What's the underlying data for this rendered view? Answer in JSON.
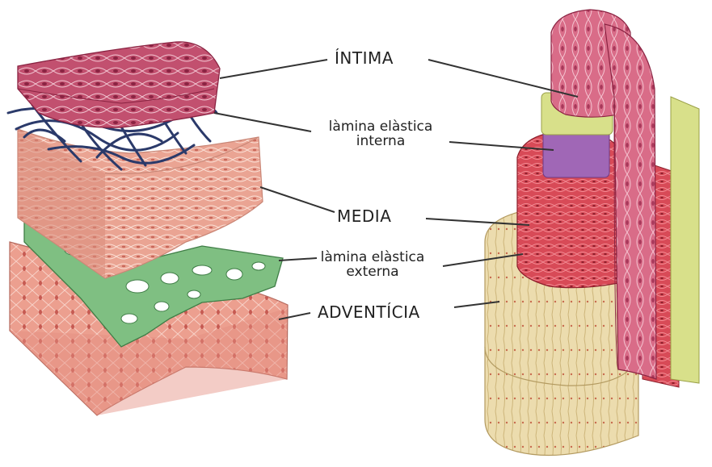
{
  "labels": {
    "intima": "ÍNTIMA",
    "internal_lamina_line1": "làmina elàstica",
    "internal_lamina_line2": "interna",
    "media": "MEDIA",
    "external_lamina_line1": "làmina elàstica",
    "external_lamina_line2": "externa",
    "adventicia": "ADVENTÍCIA"
  },
  "colors": {
    "intima": "#c2506f",
    "internal_elastic_lamina": "#2b3a6a",
    "media": "#eaa493",
    "external_elastic_lamina": "#7fbf82",
    "adventicia": "#ec9f8f",
    "vessel_inner": "#d96c88",
    "vessel_yellow_band": "#d8e08a",
    "vessel_purple_band": "#a067b6",
    "vessel_media": "#d84a57",
    "vessel_adventicia": "#ecdcae",
    "leader_line": "#333333"
  }
}
